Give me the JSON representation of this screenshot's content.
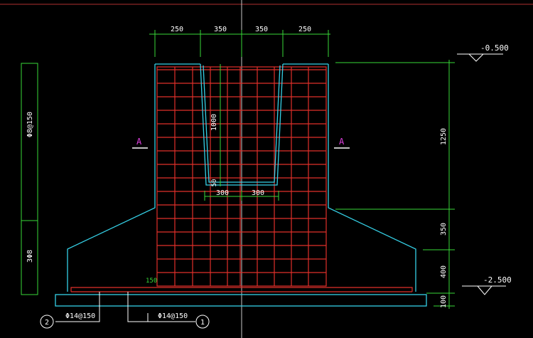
{
  "drawing": {
    "colors": {
      "background": "#000000",
      "rebar": "#e0302a",
      "concrete_outline": "#35d0e6",
      "dimension": "#38d838",
      "text": "#ffffff",
      "section_mark": "#e040e0",
      "axis": "#c8c8c8"
    },
    "top_dimensions": [
      "250",
      "350",
      "350",
      "250"
    ],
    "socket_depth": "1000",
    "socket_bottom_gap": "50",
    "socket_bottom_dims": [
      "300",
      "300"
    ],
    "right_dimensions": [
      "1250",
      "350",
      "400",
      "100"
    ],
    "elevation_top": "-0.500",
    "elevation_bottom": "-2.500",
    "section_mark_left": "A",
    "section_mark_right": "A",
    "left_labels": {
      "stirrup": "Φ8@150",
      "bars": "3Φ8"
    },
    "cover_label": "150",
    "bottom_labels": {
      "rebar_left": "Φ14@150",
      "rebar_right": "Φ14@150",
      "callout_left": "2",
      "callout_right": "1"
    }
  }
}
